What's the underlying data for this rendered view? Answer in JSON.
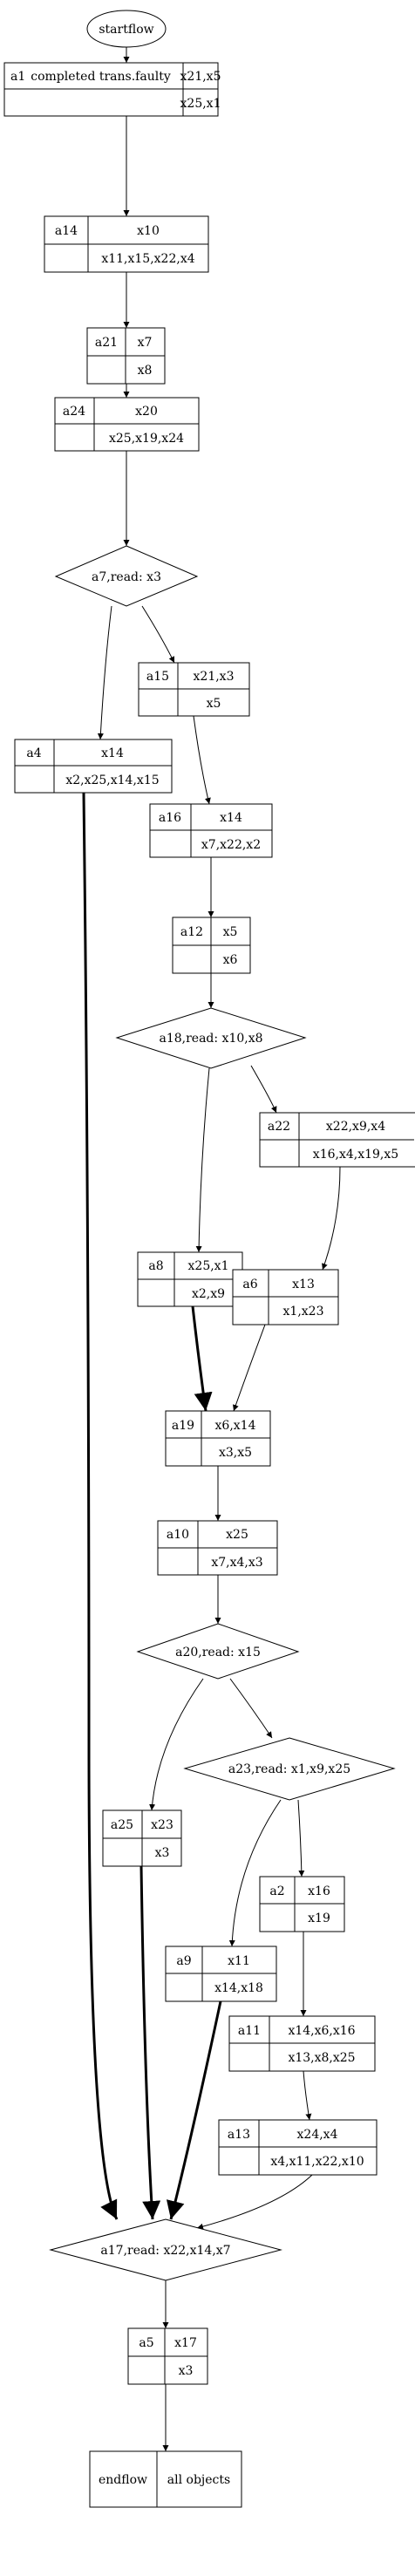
{
  "flow": {
    "start": "startflow",
    "nodes": {
      "a1": {
        "id": "a1",
        "top": "completed trans.faulty",
        "right_top": "x21,x5",
        "right_bottom": "x25,x1"
      },
      "a14": {
        "id": "a14",
        "right_top": "x10",
        "right_bottom": "x11,x15,x22,x4"
      },
      "a21": {
        "id": "a21",
        "right_top": "x7",
        "right_bottom": "x8"
      },
      "a24": {
        "id": "a24",
        "right_top": "x20",
        "right_bottom": "x25,x19,x24"
      },
      "a15": {
        "id": "a15",
        "right_top": "x21,x3",
        "right_bottom": "x5"
      },
      "a4": {
        "id": "a4",
        "right_top": "x14",
        "right_bottom": "x2,x25,x14,x15"
      },
      "a16": {
        "id": "a16",
        "right_top": "x14",
        "right_bottom": "x7,x22,x2"
      },
      "a12": {
        "id": "a12",
        "right_top": "x5",
        "right_bottom": "x6"
      },
      "a22": {
        "id": "a22",
        "right_top": "x22,x9,x4",
        "right_bottom": "x16,x4,x19,x5"
      },
      "a8": {
        "id": "a8",
        "right_top": "x25,x1",
        "right_bottom": "x2,x9"
      },
      "a6": {
        "id": "a6",
        "right_top": "x13",
        "right_bottom": "x1,x23"
      },
      "a19": {
        "id": "a19",
        "right_top": "x6,x14",
        "right_bottom": "x3,x5"
      },
      "a10": {
        "id": "a10",
        "right_top": "x25",
        "right_bottom": "x7,x4,x3"
      },
      "a25": {
        "id": "a25",
        "right_top": "x23",
        "right_bottom": "x3"
      },
      "a2": {
        "id": "a2",
        "right_top": "x16",
        "right_bottom": "x19"
      },
      "a9": {
        "id": "a9",
        "right_top": "x11",
        "right_bottom": "x14,x18"
      },
      "a11": {
        "id": "a11",
        "right_top": "x14,x6,x16",
        "right_bottom": "x13,x8,x25"
      },
      "a13": {
        "id": "a13",
        "right_top": "x24,x4",
        "right_bottom": "x4,x11,x22,x10"
      },
      "a5": {
        "id": "a5",
        "right_top": "x17",
        "right_bottom": "x3"
      }
    },
    "decisions": {
      "a7": "a7,read: x3",
      "a18": "a18,read: x10,x8",
      "a20": "a20,read: x15",
      "a23": "a23,read: x1,x9,x25",
      "a17": "a17,read: x22,x14,x7"
    },
    "end": {
      "left": "endflow",
      "right": "all objects"
    }
  }
}
